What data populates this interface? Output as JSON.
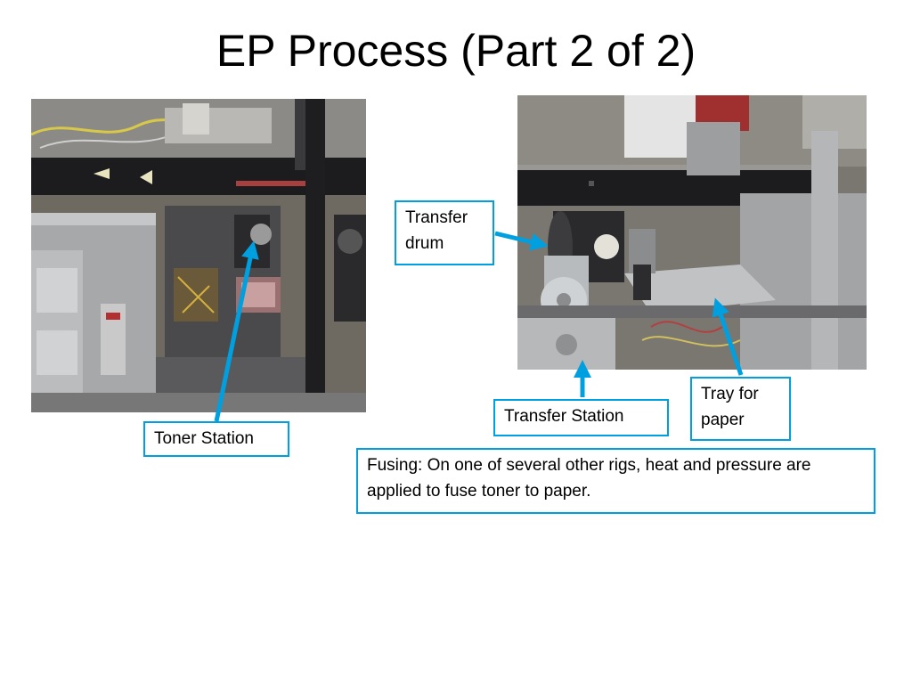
{
  "slide": {
    "title": "EP Process (Part 2 of 2)"
  },
  "callouts": {
    "toner_station": "Toner Station",
    "transfer_drum": "Transfer drum",
    "transfer_station": "Transfer Station",
    "tray_for_paper": "Tray for paper",
    "fusing": "Fusing: On one of several other rigs, heat and pressure are applied to fuse toner to paper."
  },
  "colors": {
    "accent": "#00a0e0",
    "photo_metal": "#9a9d9f",
    "photo_dark": "#1c1c1e"
  }
}
